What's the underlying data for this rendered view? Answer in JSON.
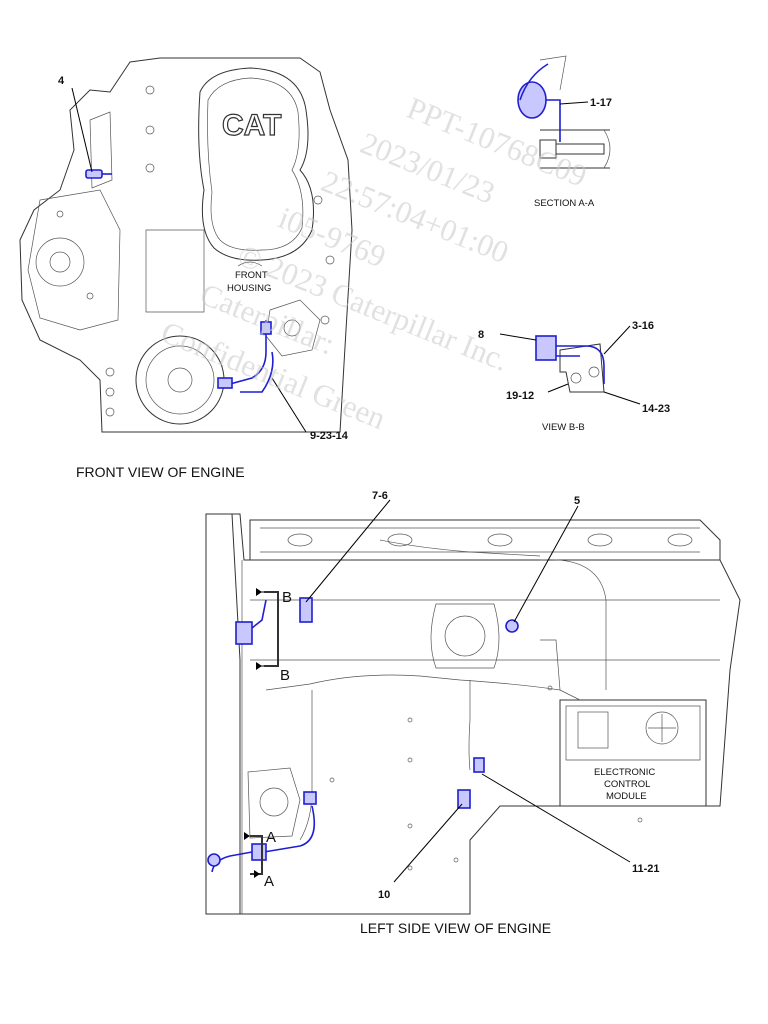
{
  "captions": {
    "front_view": "FRONT VIEW OF ENGINE",
    "left_view": "LEFT SIDE VIEW OF ENGINE",
    "section_a": "SECTION A-A",
    "view_b": "VIEW B-B"
  },
  "engine_text": {
    "cat_logo": "CAT",
    "front_housing_1": "FRONT",
    "front_housing_2": "HOUSING",
    "ecm_1": "ELECTRONIC",
    "ecm_2": "CONTROL",
    "ecm_3": "MODULE"
  },
  "callouts": {
    "c4": "4",
    "c1_17": "1-17",
    "c9_23_14": "9-23-14",
    "c8": "8",
    "c3_16": "3-16",
    "c19_12": "19-12",
    "c14_23": "14-23",
    "c7_6": "7-6",
    "c5": "5",
    "c10": "10",
    "c11_21": "11-21"
  },
  "section_markers": {
    "b_top": "B",
    "b_bottom": "B",
    "a_top": "A",
    "a_bottom": "A"
  },
  "watermark": {
    "line1": "PPT-10768C09",
    "line2": "2023/01/23",
    "line3": "22:57:04+01:00",
    "line4": "i05-9769",
    "line5": "© 2023 Caterpillar Inc.",
    "line6": "Caterpillar:",
    "line7": "Confidential Green"
  },
  "colors": {
    "highlight": "#1f1fd1",
    "highlight_fill": "#c8c8ff",
    "line": "#333333",
    "watermark": "#c9c9c9"
  }
}
